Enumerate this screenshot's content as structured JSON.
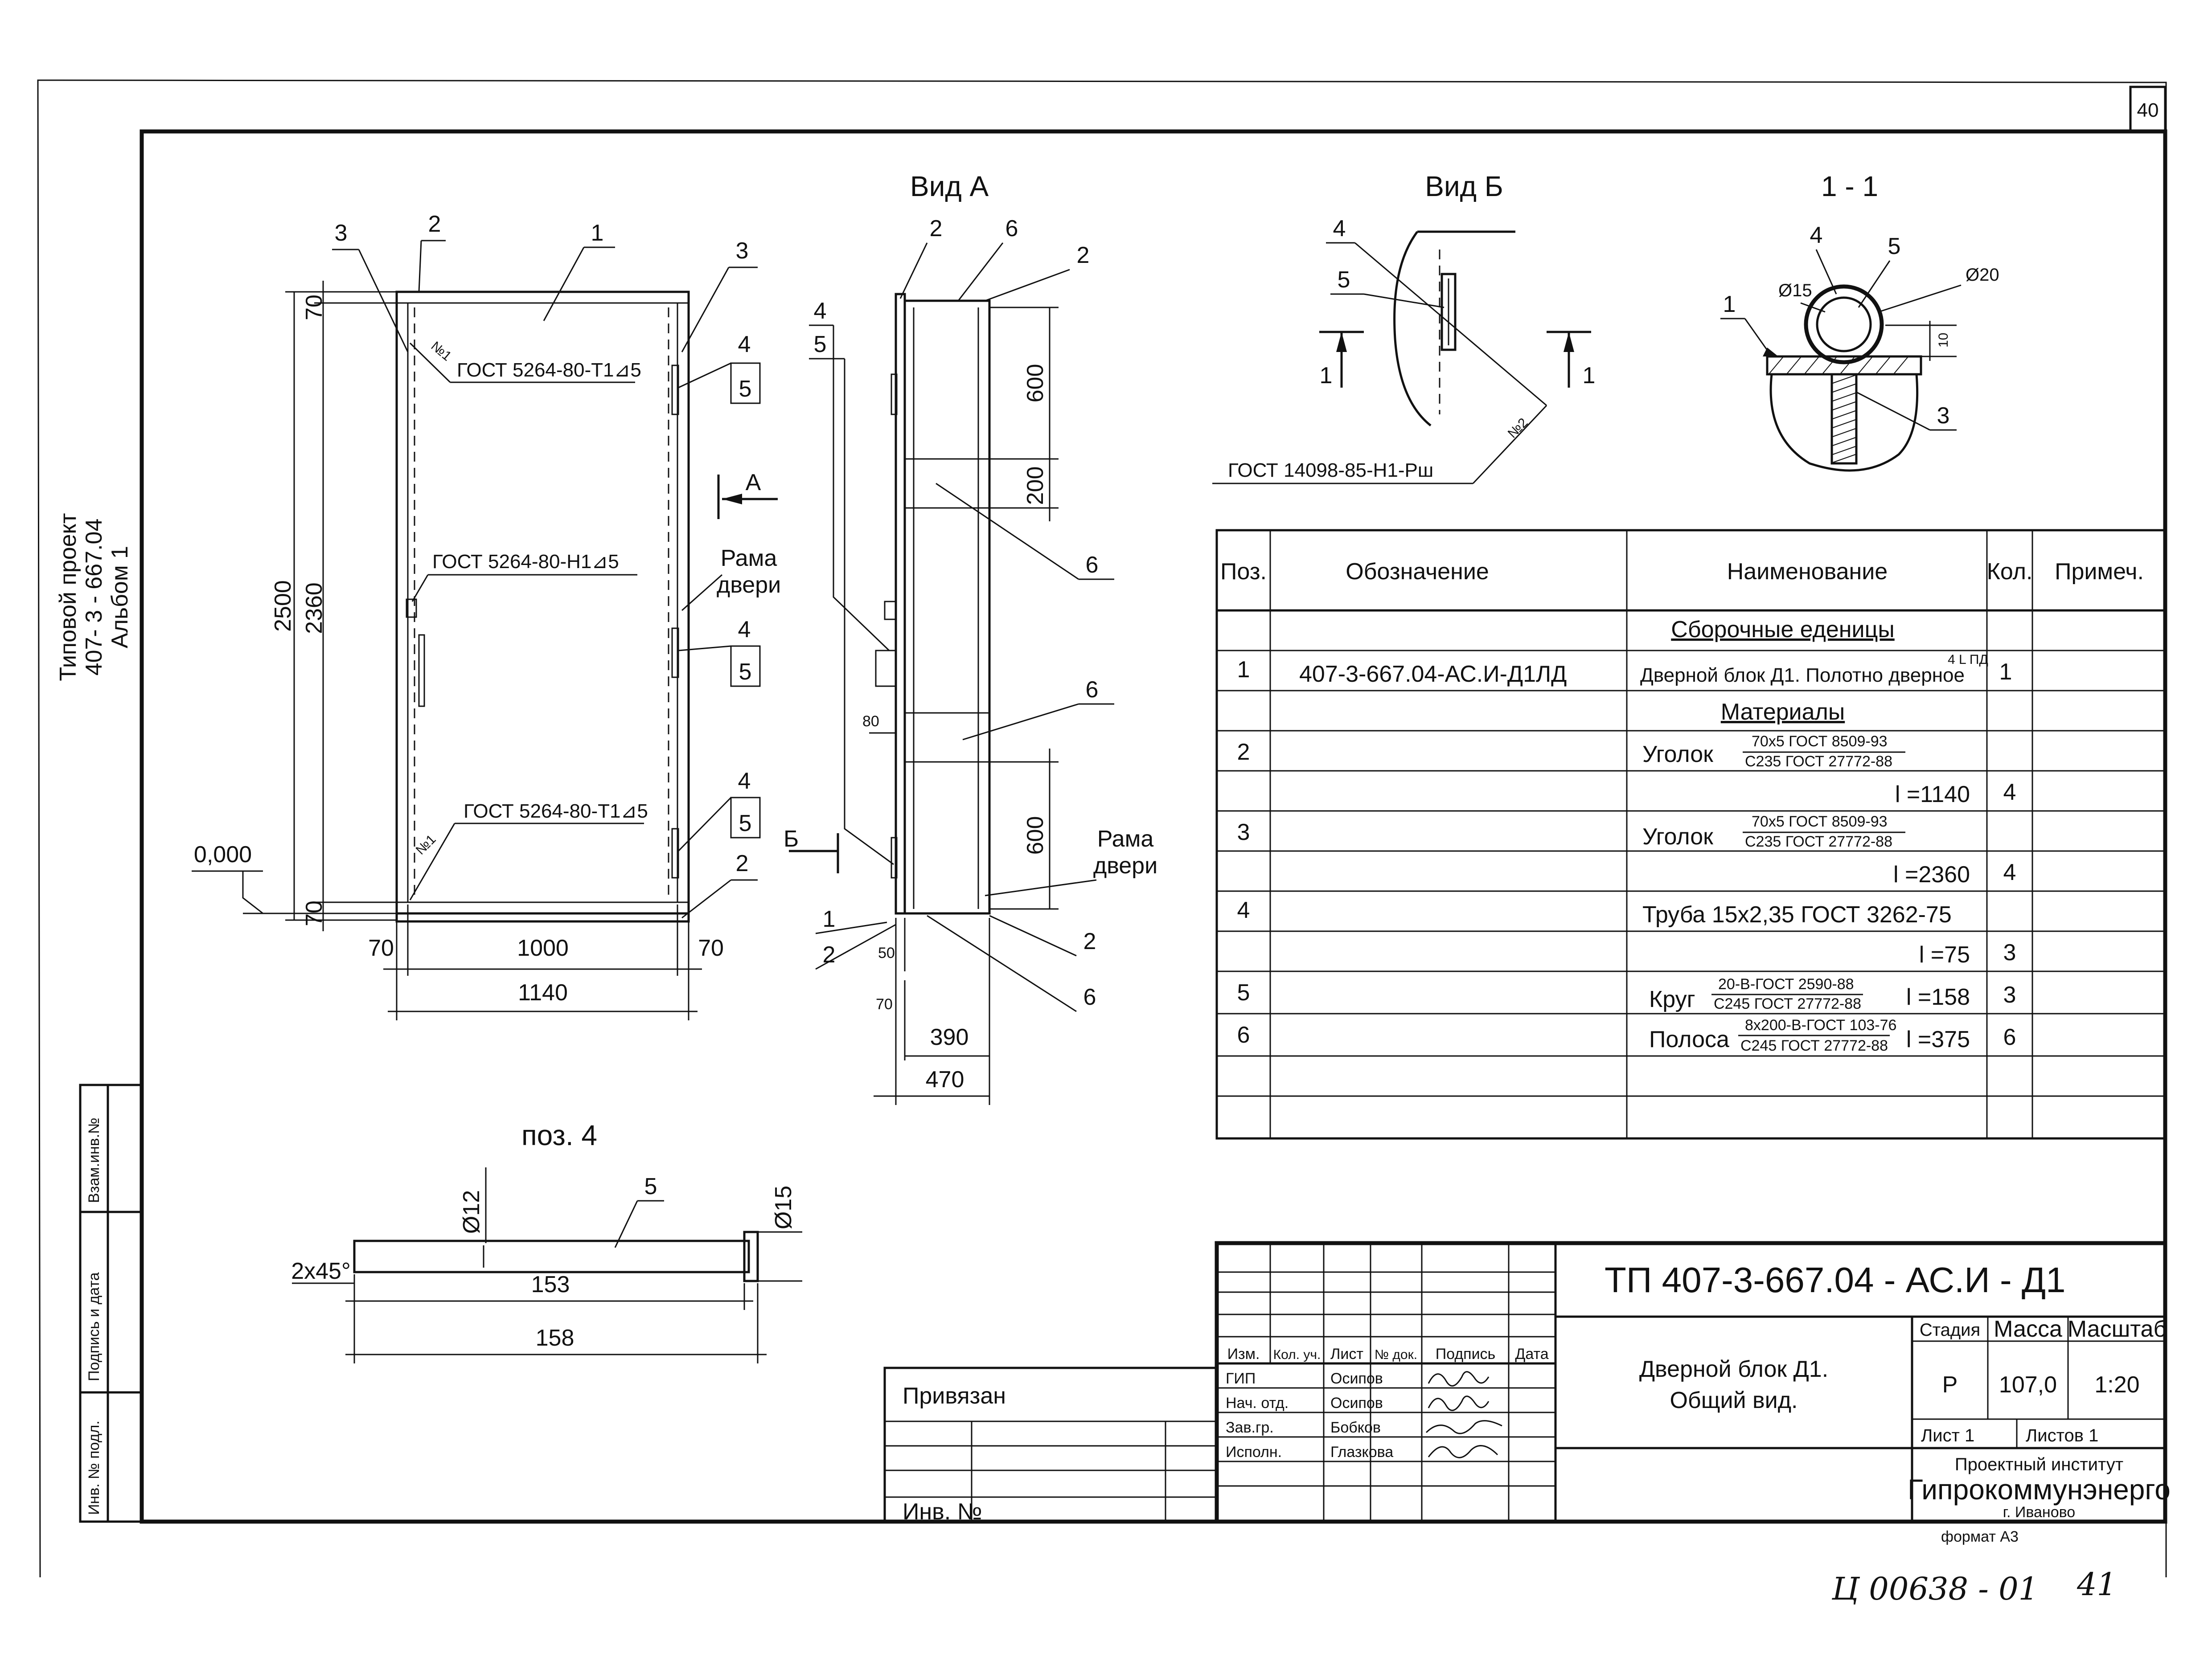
{
  "page_number": "40",
  "side_label": {
    "line1": "Типовой проект",
    "line2": "407- 3 - 667.04",
    "line3": "Альбом 1"
  },
  "margin_box": {
    "vzam": "Взам.инв.№",
    "podpis": "Подпись и дата",
    "inv": "Инв. № подл."
  },
  "views": {
    "vid_a": "Вид А",
    "vid_b": "Вид Б",
    "section": "1 - 1",
    "poz4": "поз. 4"
  },
  "front_view": {
    "callout_1": "1",
    "callout_2": "2",
    "callout_3_left": "3",
    "callout_3_right": "3",
    "callout_4a": "4",
    "callout_5a": "5",
    "callout_4b": "4",
    "callout_5b": "5",
    "callout_4c": "4",
    "callout_5c": "5",
    "callout_2b": "2",
    "weld_top": "ГОСТ 5264-80-Т1⊿5",
    "weld_mid": "ГОСТ 5264-80-Н1⊿5",
    "weld_bot": "ГОСТ 5264-80-Т1⊿5",
    "weld_no1_top": "№1",
    "weld_no1_bot": "№1",
    "frame_label_1": "Рама",
    "frame_label_2": "двери",
    "arrow_a": "A",
    "level": "0,000",
    "dim_70_top": "70",
    "dim_2360": "2360",
    "dim_2500": "2500",
    "dim_70_bot": "70",
    "dim_70_left": "70",
    "dim_1000": "1000",
    "dim_70_right": "70",
    "dim_1140": "1140"
  },
  "side_view": {
    "c2": "2",
    "c6": "6",
    "c2r": "2",
    "c4": "4",
    "c5": "5",
    "c6a": "6",
    "c6b": "6",
    "c6c": "6",
    "c2b": "2",
    "c1": "1",
    "c2c": "2",
    "dim_600a": "600",
    "dim_200": "200",
    "dim_600b": "600",
    "dim_80": "80",
    "dim_50": "50",
    "dim_70": "70",
    "dim_390": "390",
    "dim_470": "470",
    "frame_1": "Рама",
    "frame_2": "двери",
    "arrow_b": "Б"
  },
  "view_b": {
    "c4": "4",
    "c5": "5",
    "cut_left": "1",
    "cut_right": "1",
    "weld": "ГОСТ 14098-85-Н1-Рш",
    "weld_no2": "№2"
  },
  "section_view": {
    "c4": "4",
    "c5": "5",
    "c1": "1",
    "c3": "3",
    "d15": "Ø15",
    "d20": "Ø20",
    "dim10": "10"
  },
  "part_pos4": {
    "c5": "5",
    "d12": "Ø12",
    "d15": "Ø15",
    "chamfer": "2x45°",
    "len153": "153",
    "len158": "158"
  },
  "spec_table": {
    "headers": [
      "Поз.",
      "Обозначение",
      "Наименование",
      "Кол.",
      "Примеч."
    ],
    "group_assembly": "Сборочные еденицы",
    "group_materials": "Материалы",
    "rows": [
      {
        "pos": "1",
        "designation": "407-3-667.04-АС.И-Д1ЛД",
        "name": "Дверной  блок Д1. Полотно дверное",
        "name_sup": "4 L ПД",
        "qty": "1"
      },
      {
        "pos": "2",
        "name": "Уголок",
        "frac_top": "70x5 ГОСТ 8509-93",
        "frac_bot": "С235 ГОСТ 27772-88"
      },
      {
        "length": "l =1140",
        "qty": "4"
      },
      {
        "pos": "3",
        "name": "Уголок",
        "frac_top": "70x5 ГОСТ 8509-93",
        "frac_bot": "С235 ГОСТ 27772-88"
      },
      {
        "length": "l =2360",
        "qty": "4"
      },
      {
        "pos": "4",
        "name": "Труба 15x2,35 ГОСТ 3262-75"
      },
      {
        "length": "l =75",
        "qty": "3"
      },
      {
        "pos": "5",
        "name": "Круг",
        "frac_top": "20-В-ГОСТ 2590-88",
        "frac_bot": "С245 ГОСТ 27772-88",
        "length": "l =158",
        "qty": "3"
      },
      {
        "pos": "6",
        "name": "Полоса",
        "frac_top": "8x200-В-ГОСТ 103-76",
        "frac_bot": "С245 ГОСТ 27772-88",
        "length": "l =375",
        "qty": "6"
      }
    ]
  },
  "title_block": {
    "code": "ТП   407-3-667.04 - АС.И - Д1",
    "title_1": "Дверной блок Д1.",
    "title_2": "Общий вид.",
    "stage_h": "Стадия",
    "mass_h": "Масса",
    "scale_h": "Масштаб",
    "stage": "Р",
    "mass": "107,0",
    "scale": "1:20",
    "sheet": "Лист 1",
    "sheets": "Листов  1",
    "org_1": "Проектный институт",
    "org_2": "Гипрокоммунэнерго",
    "org_3": "г. Иваново",
    "format": "формат А3",
    "col_izm": "Изм.",
    "col_kol": "Кол. уч.",
    "col_list": "Лист",
    "col_doc": "№ док.",
    "col_sign": "Подпись",
    "col_date": "Дата",
    "roles": [
      "ГИП",
      "Нач. отд.",
      "Зав.гр.",
      "Исполн."
    ],
    "names": [
      "Осипов",
      "Осипов",
      "Бобков",
      "Глазкова"
    ],
    "privyazan": "Привязан",
    "inv_no": "Инв. №"
  },
  "handwritten": {
    "code": "Ц 00638 - 01",
    "num": "41"
  }
}
